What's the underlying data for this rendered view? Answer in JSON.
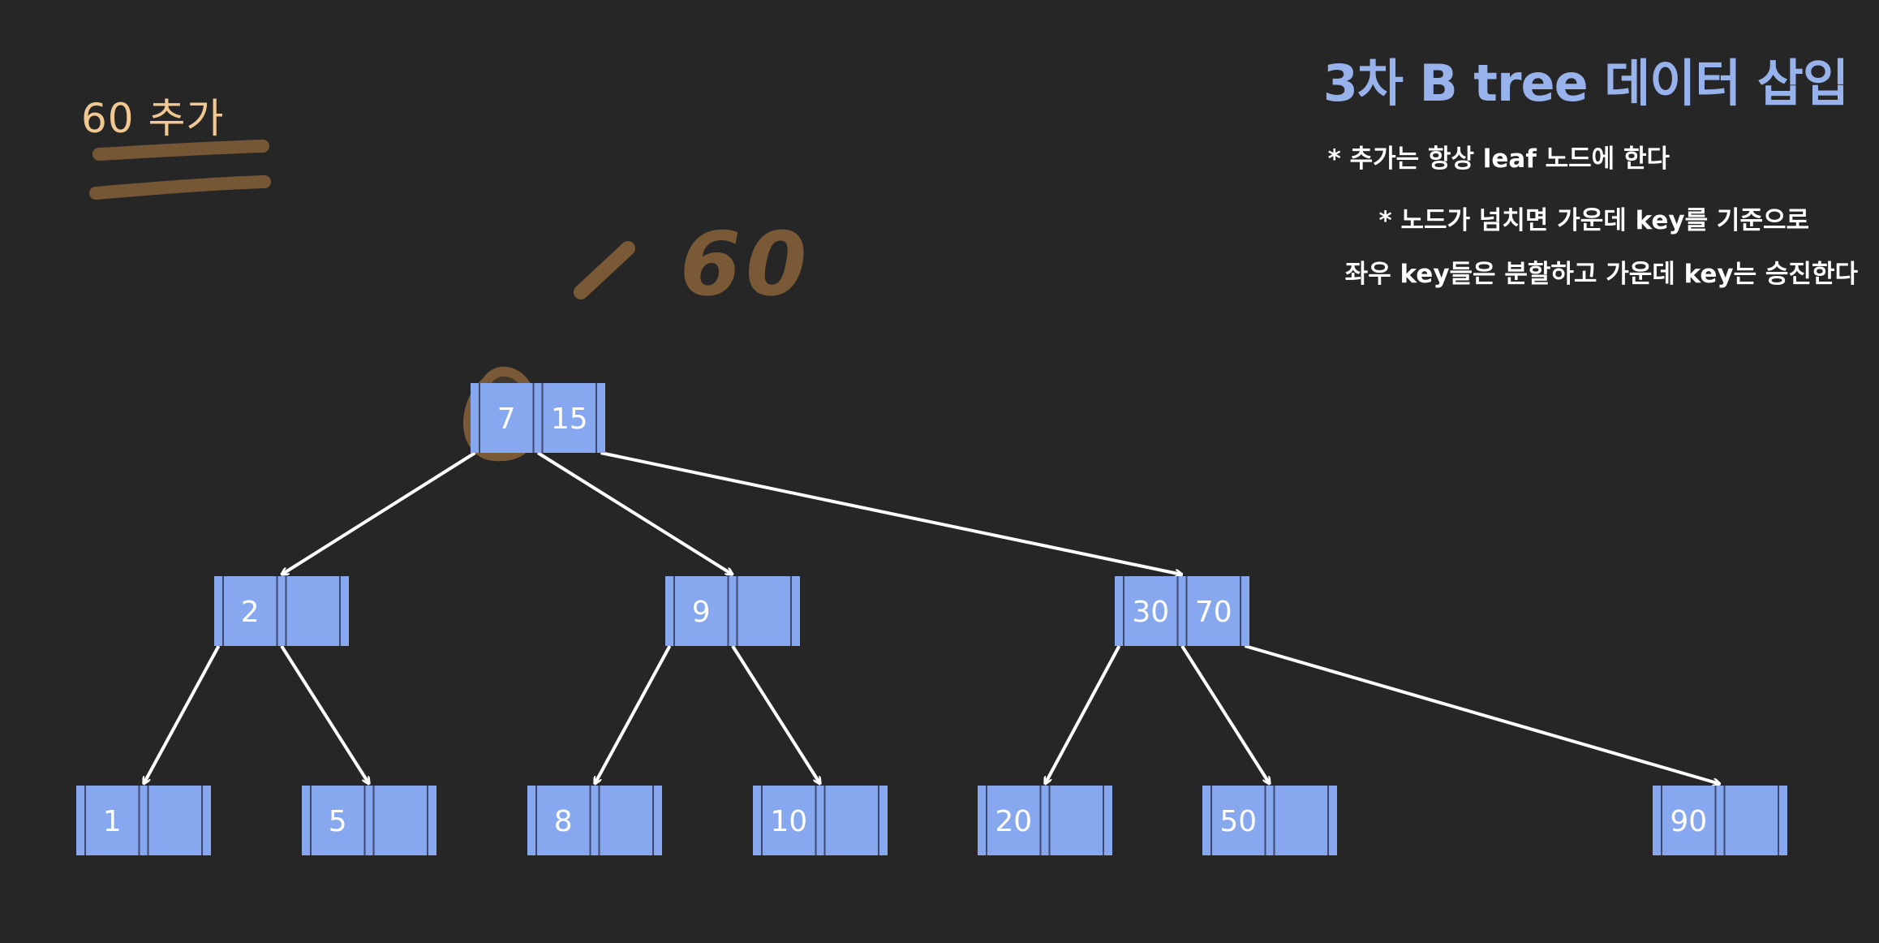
{
  "title": "3차 B tree 데이터 삽입",
  "rules": [
    "* 추가는 항상 leaf 노드에 한다",
    "* 노드가 넘치면 가운데 key를 기준으로",
    "좌우 key들은 분할하고 가운데 key는 승진한다"
  ],
  "annotations": {
    "note": "60 추가",
    "scribble": "60"
  },
  "colors": {
    "background": "#262626",
    "node_fill": "#87a8ef",
    "node_border": "#dfe7fa",
    "title": "#98b2ec",
    "note": "#f1c892",
    "marker": "#7a5a36",
    "edge": "#ffffff"
  },
  "tree": {
    "nodes": [
      {
        "id": "root",
        "keys": [
          "7",
          "15"
        ],
        "level": 0
      },
      {
        "id": "n2",
        "keys": [
          "2",
          ""
        ],
        "level": 1
      },
      {
        "id": "n9",
        "keys": [
          "9",
          ""
        ],
        "level": 1
      },
      {
        "id": "n3070",
        "keys": [
          "30",
          "70"
        ],
        "level": 1
      },
      {
        "id": "l1",
        "keys": [
          "1",
          ""
        ],
        "level": 2
      },
      {
        "id": "l5",
        "keys": [
          "5",
          ""
        ],
        "level": 2
      },
      {
        "id": "l8",
        "keys": [
          "8",
          ""
        ],
        "level": 2
      },
      {
        "id": "l10",
        "keys": [
          "10",
          ""
        ],
        "level": 2
      },
      {
        "id": "l20",
        "keys": [
          "20",
          ""
        ],
        "level": 2
      },
      {
        "id": "l50",
        "keys": [
          "50",
          ""
        ],
        "level": 2
      },
      {
        "id": "l90",
        "keys": [
          "90",
          ""
        ],
        "level": 2
      }
    ],
    "edges": [
      {
        "from": "root",
        "slot": 0,
        "to": "n2"
      },
      {
        "from": "root",
        "slot": 1,
        "to": "n9"
      },
      {
        "from": "root",
        "slot": 2,
        "to": "n3070"
      },
      {
        "from": "n2",
        "slot": 0,
        "to": "l1"
      },
      {
        "from": "n2",
        "slot": 1,
        "to": "l5"
      },
      {
        "from": "n9",
        "slot": 0,
        "to": "l8"
      },
      {
        "from": "n9",
        "slot": 1,
        "to": "l10"
      },
      {
        "from": "n3070",
        "slot": 0,
        "to": "l20"
      },
      {
        "from": "n3070",
        "slot": 1,
        "to": "l50"
      },
      {
        "from": "n3070",
        "slot": 2,
        "to": "l90"
      }
    ]
  }
}
